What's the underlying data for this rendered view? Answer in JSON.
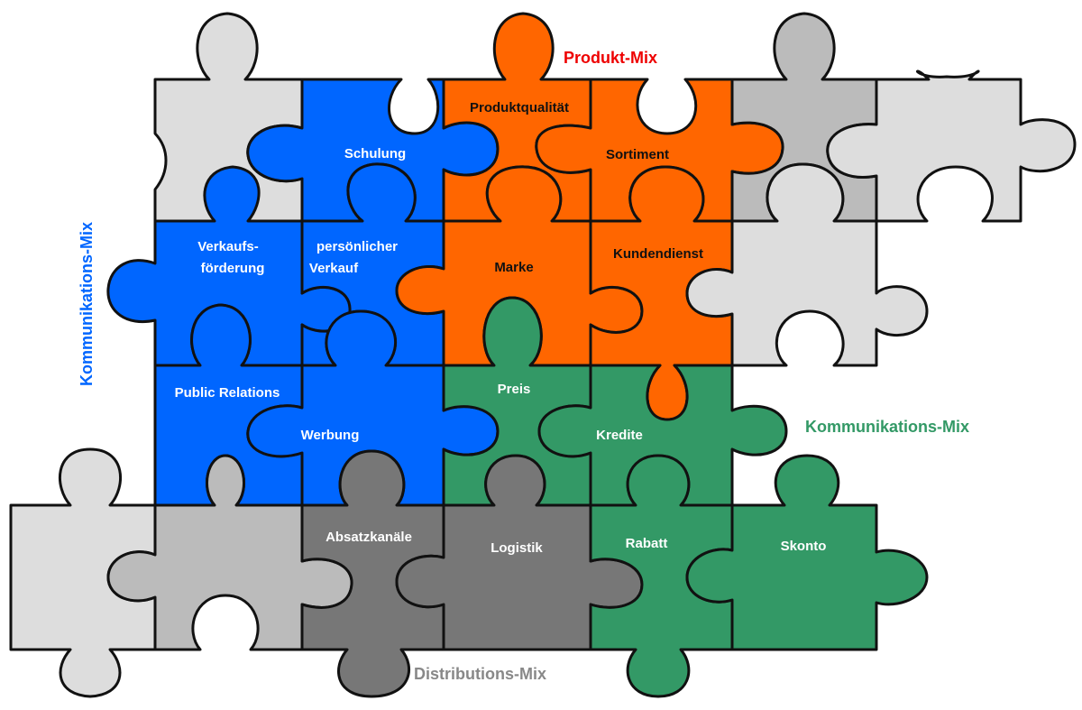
{
  "colors": {
    "kommunikation_blue": "#0066FF",
    "produkt_orange": "#FF6600",
    "preis_green": "#339966",
    "distribution_gray": "#777777",
    "filler_light": "#DDDDDD",
    "filler_mid": "#BBBBBB",
    "outline": "#111111",
    "label_red": "#EE0000"
  },
  "group_labels": {
    "produkt": "Produkt-Mix",
    "kommunikation_left": "Kommunikations-Mix",
    "kommunikation_right": "Kommunikations-Mix",
    "distribution": "Distributions-Mix"
  },
  "pieces": {
    "schulung": "Schulung",
    "produktqualitaet": "Produktqualität",
    "sortiment": "Sortiment",
    "verkaufsfoerderung_1": "Verkaufs-",
    "verkaufsfoerderung_2": "förderung",
    "persoenlicher_verkauf_1": "persönlicher",
    "persoenlicher_verkauf_2": "Verkauf",
    "marke": "Marke",
    "kundendienst": "Kundendienst",
    "public_relations": "Public Relations",
    "werbung": "Werbung",
    "preis": "Preis",
    "kredite": "Kredite",
    "absatzkanaele": "Absatzkanäle",
    "logistik": "Logistik",
    "rabatt": "Rabatt",
    "skonto": "Skonto"
  }
}
